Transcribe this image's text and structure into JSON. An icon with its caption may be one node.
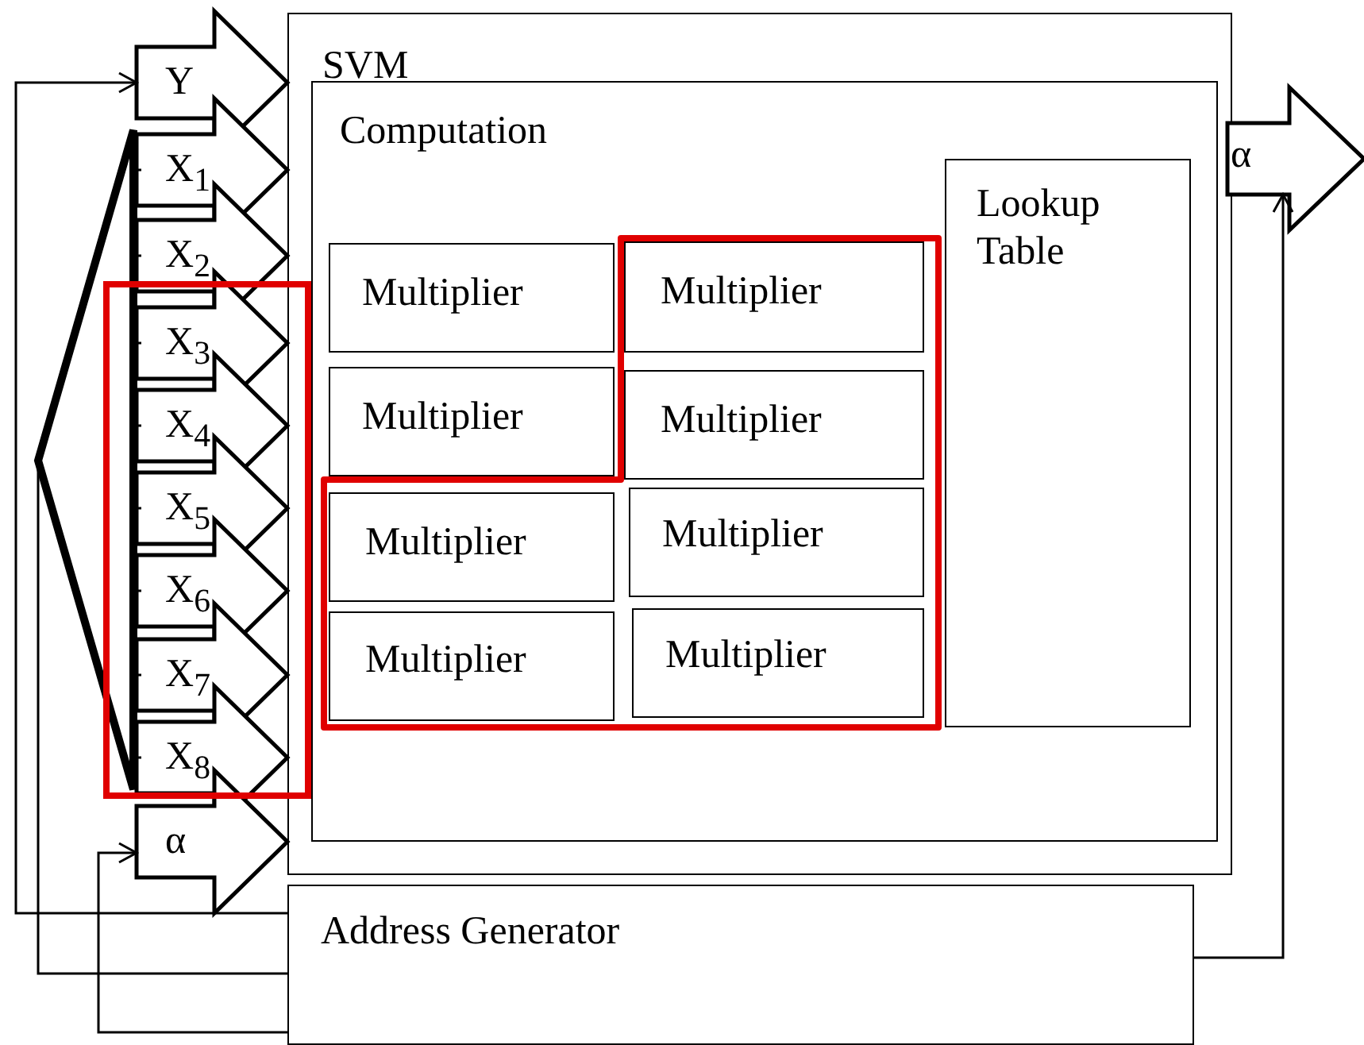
{
  "diagram": {
    "nodes": [
      {
        "text": [
          "SVM"
        ]
      },
      {
        "text": [
          "Computation"
        ],
        "in": 0
      },
      {
        "text": [
          "Lookup Table"
        ],
        "in": 1
      },
      {
        "text": [
          "Multiplier"
        ],
        "in": 1
      },
      {
        "text": [
          "Multiplier"
        ],
        "in": 1
      },
      {
        "text": [
          "Multiplier"
        ],
        "in": 1
      },
      {
        "text": [
          "Multiplier"
        ],
        "in": 1
      },
      {
        "text": [
          "Multiplier"
        ],
        "in": 1
      },
      {
        "text": [
          "Multiplier"
        ],
        "in": 1
      },
      {
        "text": [
          "Multiplier"
        ],
        "in": 1
      },
      {
        "text": [
          "Multiplier"
        ],
        "in": 1
      },
      {
        "text": [
          "Address Generator"
        ]
      },
      {
        "text": [
          "Y"
        ]
      },
      {
        "text": [
          "X$_{1}$"
        ]
      },
      {
        "text": [
          "X$_{2}$"
        ]
      },
      {
        "text": [
          "X$_{3}$"
        ]
      },
      {
        "text": [
          "X$_{4}$"
        ]
      },
      {
        "text": [
          "X$_{5}$"
        ]
      },
      {
        "text": [
          "X$_{6}$"
        ]
      },
      {
        "text": [
          "X$_{7}$"
        ]
      },
      {
        "text": [
          "X$_{8}$"
        ]
      },
      {
        "text": [
          "α"
        ]
      },
      {
        "text": [
          "α"
        ]
      },
      {
        "text": [],
        "shape": "bar"
      }
    ],
    "edges": [
      {
        "from": 11,
        "to": 12,
        "arrow": "to"
      },
      {
        "from": 11,
        "to": 23,
        "arrow": "none"
      },
      {
        "from": 23,
        "to": 13,
        "arrow": "none"
      },
      {
        "from": 23,
        "to": 14,
        "arrow": "none"
      },
      {
        "from": 23,
        "to": 15,
        "arrow": "none"
      },
      {
        "from": 23,
        "to": 16,
        "arrow": "none"
      },
      {
        "from": 23,
        "to": 17,
        "arrow": "none"
      },
      {
        "from": 23,
        "to": 18,
        "arrow": "none"
      },
      {
        "from": 23,
        "to": 19,
        "arrow": "none"
      },
      {
        "from": 23,
        "to": 20,
        "arrow": "none"
      },
      {
        "from": 11,
        "to": 21,
        "arrow": "to"
      },
      {
        "from": 11,
        "to": 22,
        "arrow": "to"
      }
    ]
  }
}
